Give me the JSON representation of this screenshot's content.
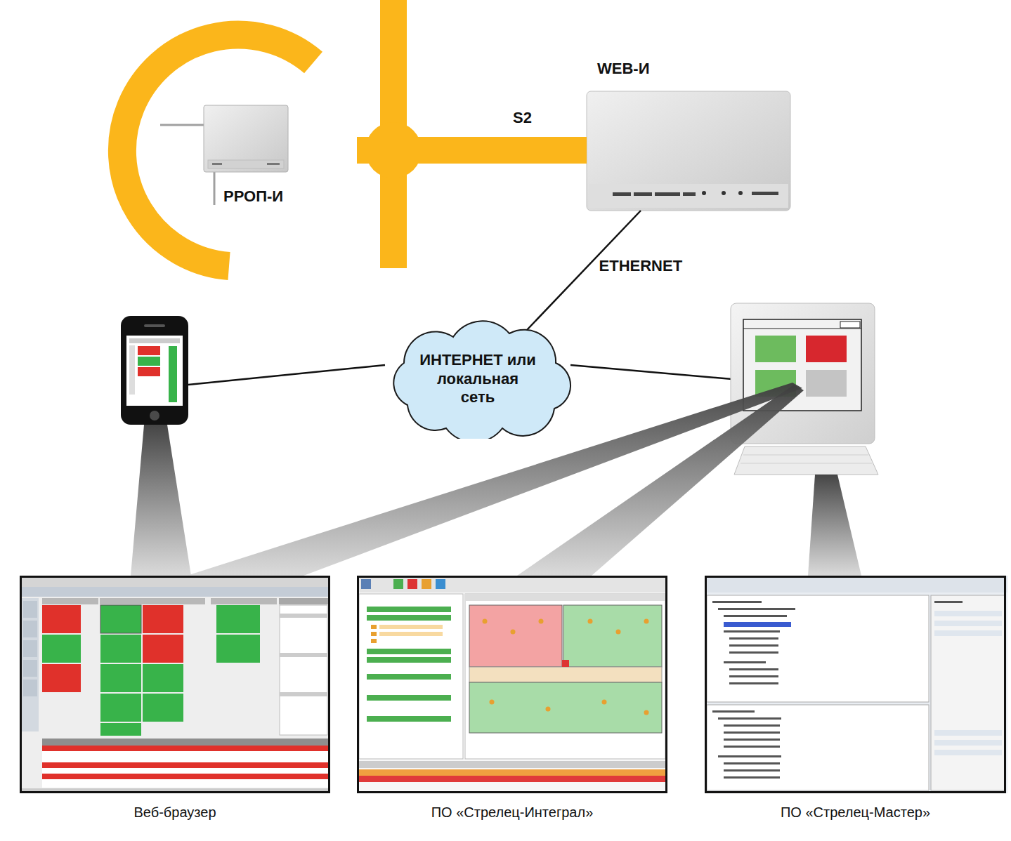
{
  "diagram": {
    "nodes": [
      {
        "text": [
          "РРОП-И"
        ]
      },
      {
        "text": [
          "WEB-И"
        ]
      },
      {
        "text": [
          "ИНТЕРНЕТ или локальная сеть"
        ]
      },
      {
        "text": [
          "Веб-браузер"
        ]
      },
      {
        "text": [
          "ПО «Стрелец-Интеграл»"
        ]
      },
      {
        "text": [
          "ПО «Стрелец-Мастер»"
        ]
      }
    ],
    "edges": [
      {
        "from": 0,
        "to": 1,
        "label": "S2",
        "arrow": "none"
      },
      {
        "from": 1,
        "to": 2,
        "label": "ETHERNET",
        "arrow": "none"
      }
    ]
  }
}
